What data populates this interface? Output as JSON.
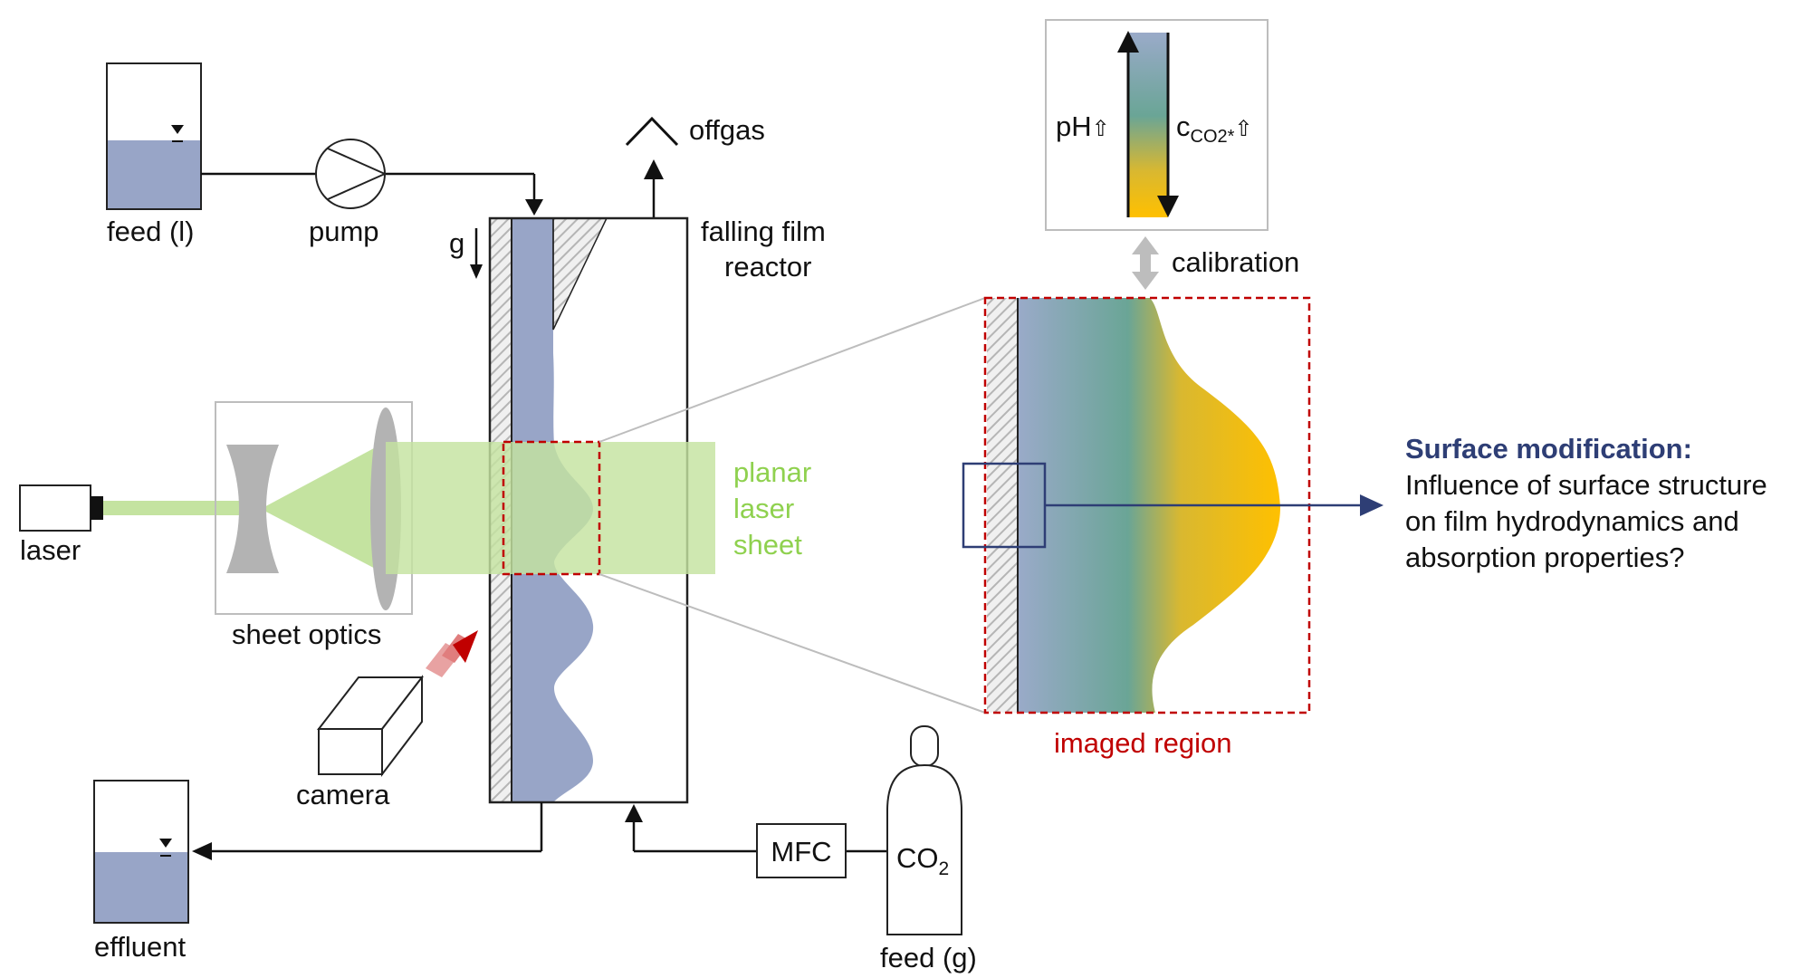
{
  "labels": {
    "offgas": "offgas",
    "feed_liquid": "feed (l)",
    "pump": "pump",
    "gravity": "g",
    "reactor_line1": "falling film",
    "reactor_line2": "reactor",
    "laser": "laser",
    "sheet_optics": "sheet optics",
    "planar_line1": "planar",
    "planar_line2": "laser",
    "planar_line3": "sheet",
    "camera": "camera",
    "effluent": "effluent",
    "mfc": "MFC",
    "co2_main": "CO",
    "co2_sub": "2",
    "feed_gas": "feed (g)",
    "calibration": "calibration",
    "ph": "pH",
    "conc_main": "c",
    "conc_sub": "CO2*",
    "up_arrow_glyph": "⇧",
    "imaged_region": "imaged region"
  },
  "annotation": {
    "title": "Surface modification:",
    "lines": [
      "Influence of surface structure",
      "on film hydrodynamics and",
      "absorption properties?"
    ]
  },
  "colors": {
    "liquid": "#98a5c7",
    "laser_green": "#c4e3a0",
    "planar_text": "#8fd14f",
    "region_red": "#c00000",
    "title_blue": "#2e3e75",
    "gradient_top": "#9aaac9",
    "gradient_mid": "#6aa596",
    "gradient_bottom": "#ffc000"
  }
}
